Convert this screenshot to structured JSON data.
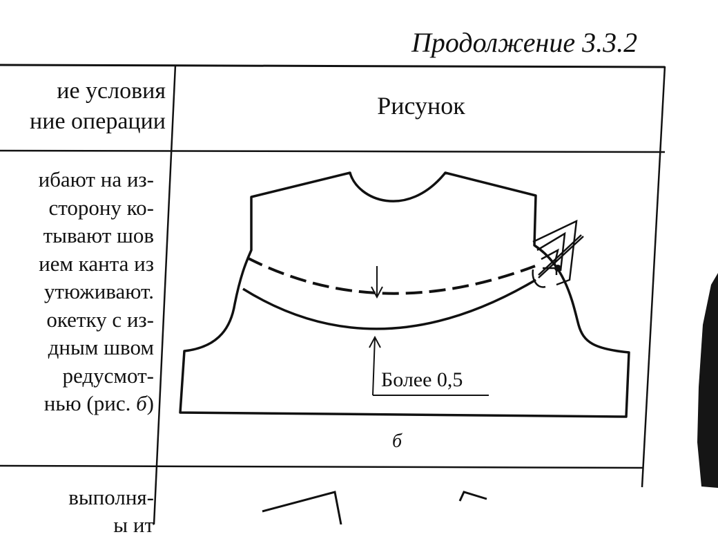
{
  "page": {
    "continuation_title": "Продолжение 3.3.2"
  },
  "table": {
    "header_left_lines": [
      "ие условия",
      "ние операции"
    ],
    "header_right": "Рисунок",
    "body_left_lines": [
      "ибают на из-",
      "сторону ко-",
      "тывают шов",
      "ием канта из",
      "утюживают.",
      "окетку с из-",
      "дным швом",
      "редусмот-",
      "нью (рис. ",
      "б",
      ")"
    ],
    "bottom_left_lines": [
      "выполня-",
      "ы ит"
    ]
  },
  "figure": {
    "dimension_label": "Более 0,5",
    "caption": "б"
  }
}
